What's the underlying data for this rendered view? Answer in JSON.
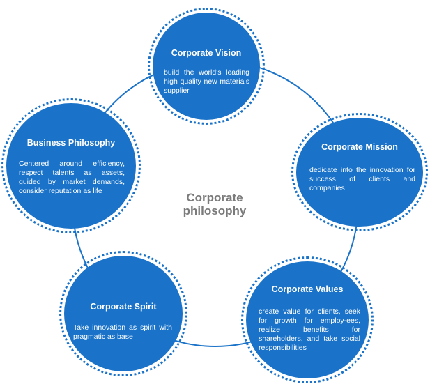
{
  "center": {
    "line1": "Corporate",
    "line2": "philosophy"
  },
  "colors": {
    "circle_fill": "#1a73c9",
    "ring": "#1a73c9",
    "connector": "#1a73c9",
    "center_text": "#7b7b7b"
  },
  "nodes": {
    "vision": {
      "title": "Corporate Vision",
      "text": "build the world's leading high quality new materials supplier"
    },
    "mission": {
      "title": "Corporate Mission",
      "text": "dedicate into the innovation for success of clients and companies"
    },
    "values": {
      "title": "Corporate Values",
      "text": "create value for clients, seek for growth for employ-ees, realize benefits for shareholders, and take social responsibilities"
    },
    "spirit": {
      "title": "Corporate Spirit",
      "text": "Take innovation as spirit with pragmatic as base"
    },
    "business": {
      "title": "Business Philosophy",
      "text": "Centered around efficiency, respect talents as assets, guided by market demands, consider reputation as life"
    }
  }
}
